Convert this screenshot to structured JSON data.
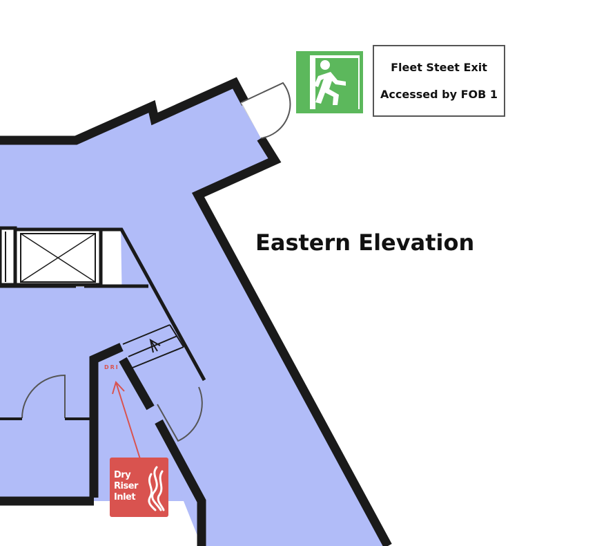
{
  "floor_plan": {
    "elevation_title": "Eastern Elevation",
    "exit": {
      "line1": "Fleet Steet Exit",
      "line2": "Accessed by FOB 1"
    },
    "dry_riser": {
      "line1": "Dry",
      "line2": "Riser",
      "line3": "Inlet",
      "tag": "DRI"
    }
  },
  "colors": {
    "floor": "#b1bcf8",
    "wall": "#1a1a1a",
    "exit_green": "#5cb85c",
    "riser_red": "#d9534f"
  }
}
